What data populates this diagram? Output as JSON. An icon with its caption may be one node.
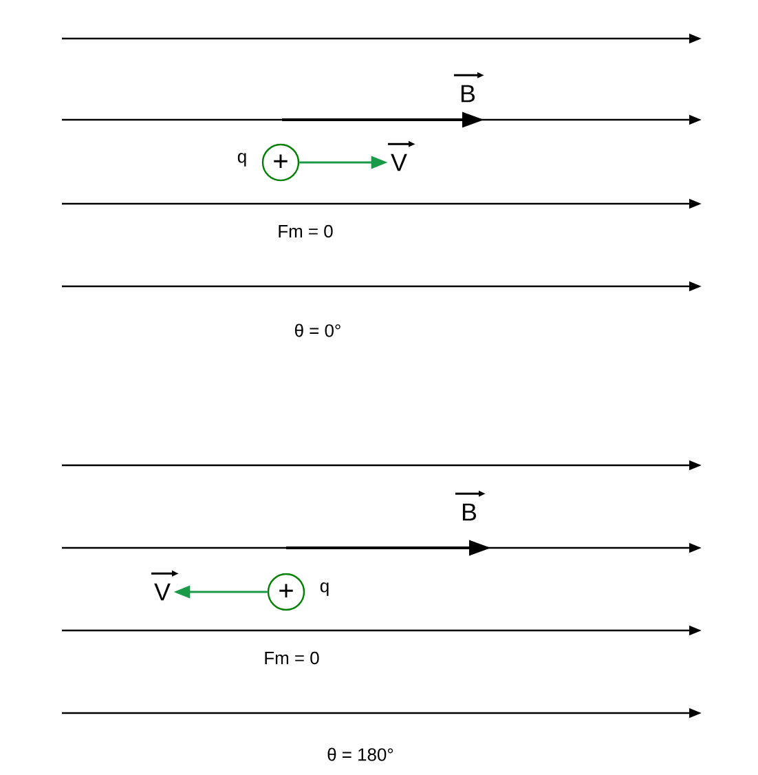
{
  "diagram": {
    "nodes": [
      {
        "text": [
          "+"
        ],
        "beside": [
          "q"
        ]
      },
      {
        "text": [
          "V"
        ]
      },
      {
        "text": [
          "+"
        ],
        "beside": [
          "q"
        ]
      },
      {
        "text": [
          "V"
        ]
      }
    ],
    "edges": [
      {
        "from": 0,
        "to": 1,
        "arrow": "to",
        "color": "#1a9a48"
      },
      {
        "from": 2,
        "to": 3,
        "arrow": "to",
        "color": "#1a9a48"
      }
    ],
    "labels": [
      "B",
      "Fm = 0",
      "θ = 0°",
      "B",
      "Fm = 0",
      "θ = 180°"
    ]
  }
}
